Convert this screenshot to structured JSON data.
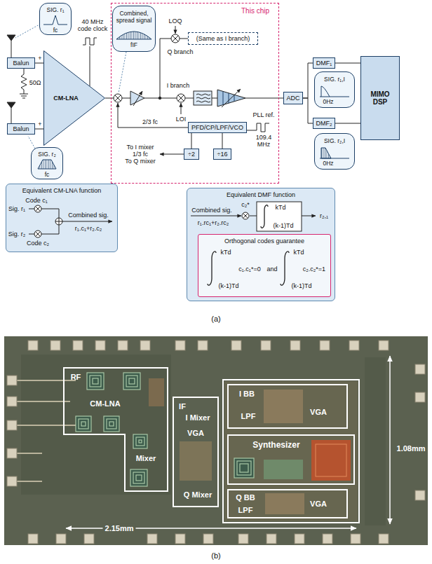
{
  "diagram": {
    "nodes": [
      {
        "text": [
          "This chip"
        ]
      },
      {
        "text": [
          "SIG. r₁",
          "fc"
        ]
      },
      {
        "text": [
          "Combined, spread signal",
          "fIF"
        ],
        "in": 0
      },
      {
        "text": [
          "(Same as I branch)"
        ],
        "in": 0
      },
      {
        "text": [
          "PFD/CP/LPF/VCO"
        ],
        "in": 0
      },
      {
        "text": [
          "÷2"
        ],
        "in": 0
      },
      {
        "text": [
          "÷16"
        ],
        "in": 0
      },
      {
        "text": [
          "Balun"
        ]
      },
      {
        "text": [
          "Balun"
        ]
      },
      {
        "text": [
          "SIG. r₂",
          "fc"
        ]
      },
      {
        "text": [
          "CM-LNA"
        ]
      },
      {
        "text": [
          "ADC"
        ]
      },
      {
        "text": [
          "DMF₁"
        ]
      },
      {
        "text": [
          "SIG. r₁,I",
          "0Hz"
        ]
      },
      {
        "text": [
          "DMF₂"
        ]
      },
      {
        "text": [
          "SIG. r₂,I",
          "0Hz"
        ]
      },
      {
        "text": [
          "MIMO DSP"
        ]
      },
      {
        "text": [
          "Equivalent CM-LNA function"
        ]
      },
      {
        "text": [
          "Equivalent DMF function"
        ]
      },
      {
        "text": [
          "Orthogonal codes guarantee"
        ],
        "in": 18
      },
      {
        "text": [
          "RF",
          "CM-LNA",
          "Mixer"
        ]
      },
      {
        "text": [
          "IF",
          "I Mixer",
          "VGA",
          "Q Mixer"
        ]
      },
      {
        "text": [
          "I BB",
          "LPF",
          "VGA"
        ]
      },
      {
        "text": [
          "Synthesizer"
        ]
      },
      {
        "text": [
          "Q BB",
          "LPF",
          "VGA"
        ]
      }
    ],
    "edges": [
      {
        "from": 7,
        "to": 10,
        "arrow": "none"
      },
      {
        "from": 8,
        "to": 10,
        "arrow": "none"
      },
      {
        "from": 11,
        "to": 12,
        "arrow": "none"
      },
      {
        "from": 11,
        "to": 14,
        "arrow": "none"
      },
      {
        "from": 12,
        "to": 16,
        "arrow": "none"
      },
      {
        "from": 14,
        "to": 16,
        "arrow": "none"
      },
      {
        "from": 4,
        "to": 5,
        "arrow": "none"
      },
      {
        "from": 6,
        "to": 4,
        "arrow": "none"
      }
    ],
    "labels": [
      "40 MHz code clock",
      "+",
      "+",
      "50Ω",
      "LOQ",
      "Q branch",
      "I branch",
      "LOI",
      "2/3 fc",
      "To I mixer",
      "1/3 fc",
      "To Q mixer",
      "PLL ref.",
      "109.4 MHz",
      "Code c₁",
      "Sig. r₁",
      "Combined sig.",
      "r₁.c₁+r₂.c₂",
      "Sig. r₂",
      "Code c₂",
      "c₂*",
      "Combined sig.",
      "r₁.rc₁+r₂.rc₂",
      "kTd",
      "(k-1)Td",
      "r₂,₁",
      "kTd",
      "(k-1)Td",
      "c₁.c₁*=0",
      "and",
      "kTd",
      "(k-1)Td",
      "c₂.c₂*=1",
      "(a)",
      "1.08mm",
      "2.15mm",
      "(b)"
    ]
  }
}
